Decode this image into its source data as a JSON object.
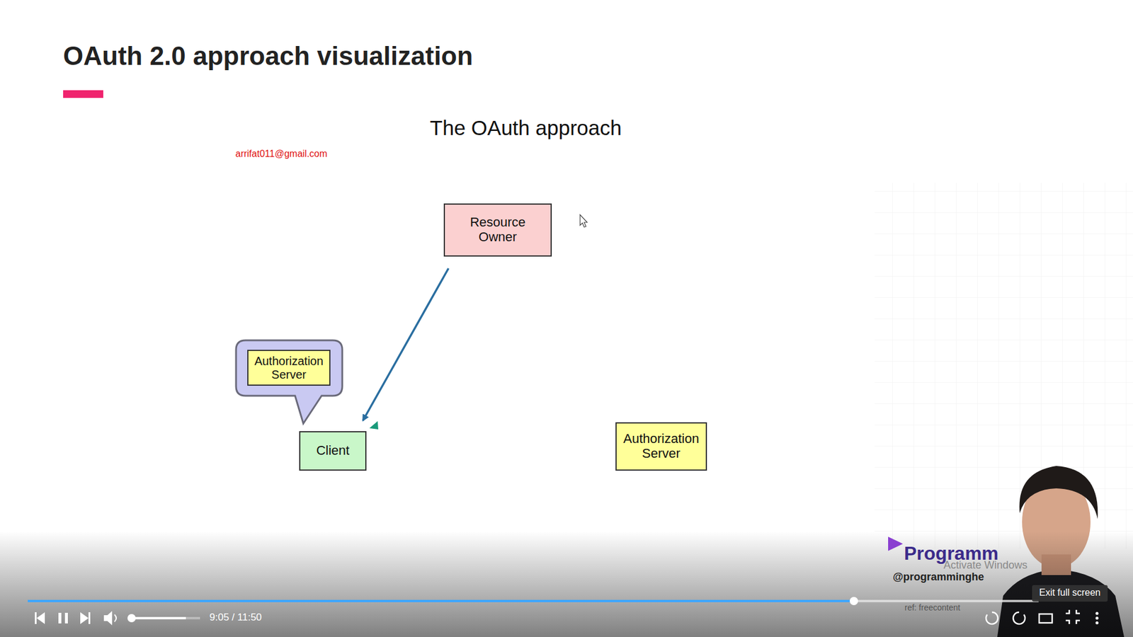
{
  "diagram": {
    "title": "OAuth 2.0 approach visualization",
    "nodes": [
      {
        "text": [
          "Resource Owner"
        ]
      },
      {
        "text": [
          "Authorization Server"
        ]
      },
      {
        "text": [
          "Client"
        ]
      },
      {
        "text": [
          "Authorization Server"
        ]
      }
    ],
    "edges": [
      {
        "from": 0,
        "to": 2,
        "arrow": "to"
      }
    ],
    "labels": [
      "The OAuth approach",
      "arrifat011@gmail.com",
      "9:05 / 11:50",
      "Exit full screen",
      "Programm",
      "@programminghe",
      "Activate Windows",
      "ref: freecontent"
    ]
  }
}
